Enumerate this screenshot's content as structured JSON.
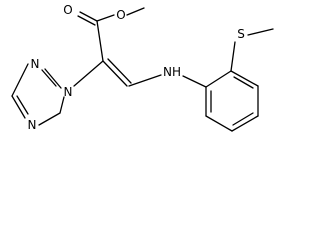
{
  "structure": {
    "atoms": {
      "carbonyl_o": "O",
      "ester_o": "O",
      "amine": "NH",
      "sulfur": "S",
      "triazole_n1": "N",
      "triazole_n2": "N",
      "triazole_n4": "N"
    }
  }
}
